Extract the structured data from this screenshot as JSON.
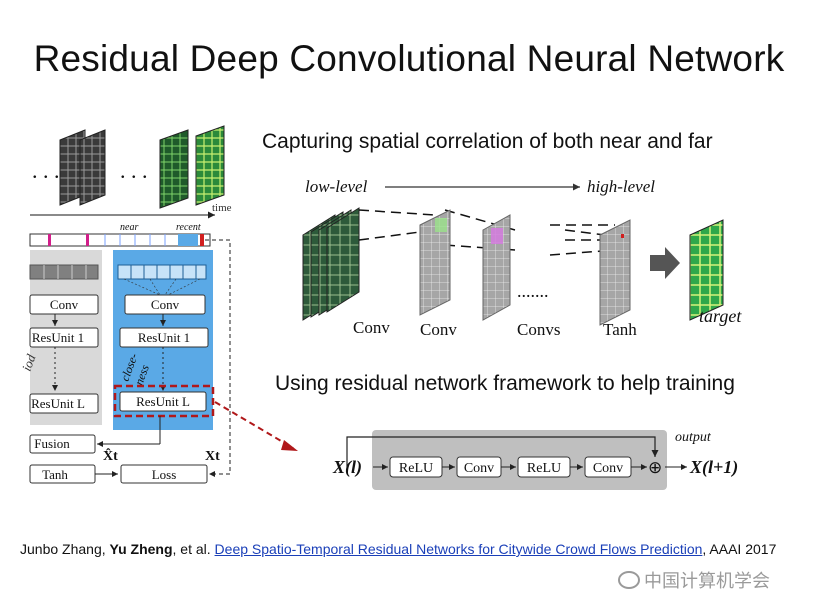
{
  "title": "Residual Deep Convolutional Neural Network",
  "subtitle_top": "Capturing spatial correlation of both near and far",
  "subtitle_bottom": "Using residual network framework to help training",
  "left_diagram": {
    "time_label": "time",
    "near_label": "near",
    "recent_label": "recent",
    "left_conv": "Conv",
    "left_resunit1": "ResUnit 1",
    "left_resunitL": "ResUnit L",
    "left_branch_label": "iod",
    "closeness_label_1": "close-",
    "closeness_label_2": "ness",
    "right_conv": "Conv",
    "right_resunit1": "ResUnit 1",
    "right_resunitL": "ResUnit L",
    "fusion": "Fusion",
    "tanh": "Tanh",
    "loss": "Loss",
    "xhat_t": "X̂t",
    "x_t": "Xt"
  },
  "conv_diagram": {
    "low_level": "low-level",
    "high_level": "high-level",
    "labels": [
      "Conv",
      "Conv",
      "Convs",
      "Tanh"
    ],
    "dots": ".......",
    "target": "target"
  },
  "residual_diagram": {
    "input": "X(l)",
    "output": "X(l+1)",
    "output_label": "output",
    "blocks": [
      "ReLU",
      "Conv",
      "ReLU",
      "Conv"
    ],
    "plus": "⊕"
  },
  "citation": {
    "authors_prefix": "Junbo Zhang, ",
    "bold_author": "Yu Zheng",
    "authors_suffix": ", et al. ",
    "paper_title": "Deep Spatio-Temporal Residual Networks for Citywide Crowd Flows Prediction",
    "venue": ", AAAI 2017"
  },
  "watermark": "中国计算机学会",
  "colors": {
    "accent_blue": "#5aa9e6",
    "dashed_red": "#b0181a",
    "gray_panel": "#d9d9d9",
    "residual_panel": "#bfbfbf"
  }
}
